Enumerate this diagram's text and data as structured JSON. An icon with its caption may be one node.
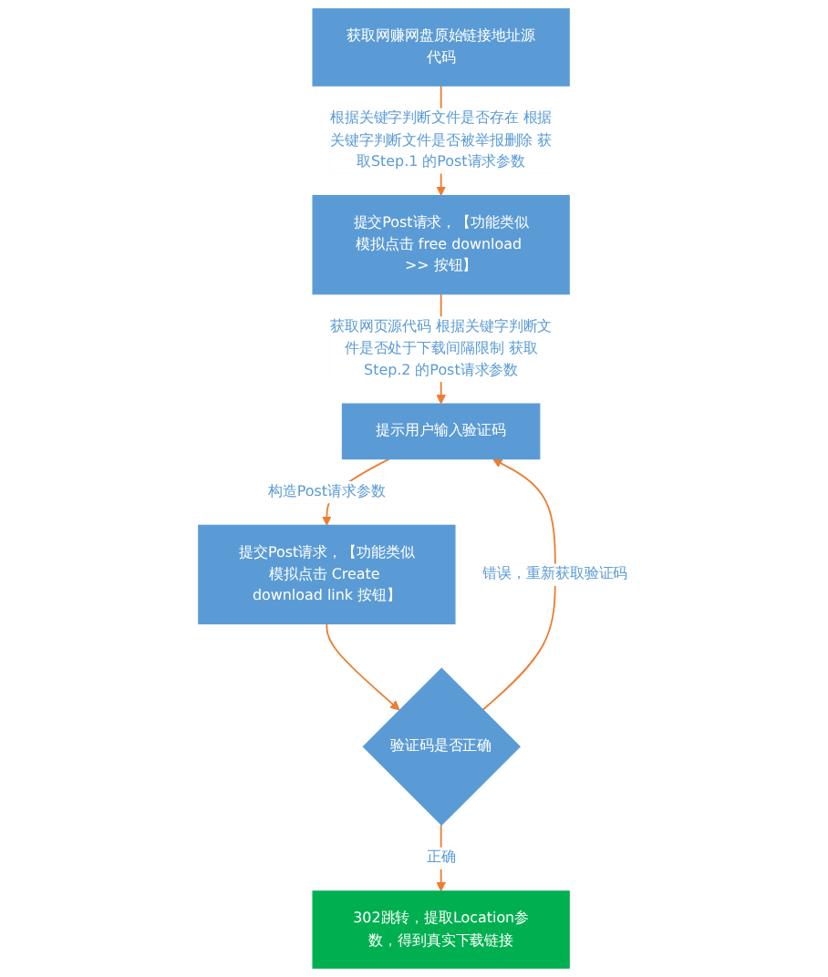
{
  "diagram": {
    "nodes": [
      {
        "text": [
          "获取网赚网盘原始链接地址源代码"
        ]
      },
      {
        "text": [
          "提交Post请求，【功能类似模拟点击 free download >> 按钮】"
        ]
      },
      {
        "text": [
          "提示用户输入验证码"
        ]
      },
      {
        "text": [
          "提交Post请求，【功能类似模拟点击 Create download link 按钮】"
        ]
      },
      {
        "text": [
          "验证码是否正确"
        ]
      },
      {
        "text": [
          "302跳转，提取Location参数，得到真实下载链接"
        ]
      }
    ],
    "edges": [
      {
        "from": 0,
        "to": 1,
        "arrow": "to",
        "label": "根据关键字判断文件是否存在 根据关键字判断文件是否被举报删除 获取Step.1 的Post请求参数"
      },
      {
        "from": 1,
        "to": 2,
        "arrow": "to",
        "label": "获取网页源代码 根据关键字判断文件是否处于下载间隔限制 获取Step.2 的Post请求参数"
      },
      {
        "from": 2,
        "to": 3,
        "arrow": "to",
        "label": "构造Post请求参数"
      },
      {
        "from": 3,
        "to": 4,
        "arrow": "to"
      },
      {
        "from": 4,
        "to": 5,
        "arrow": "to",
        "label": "正确"
      },
      {
        "from": 4,
        "to": 2,
        "arrow": "to",
        "label": "错误，重新获取验证码"
      }
    ]
  }
}
